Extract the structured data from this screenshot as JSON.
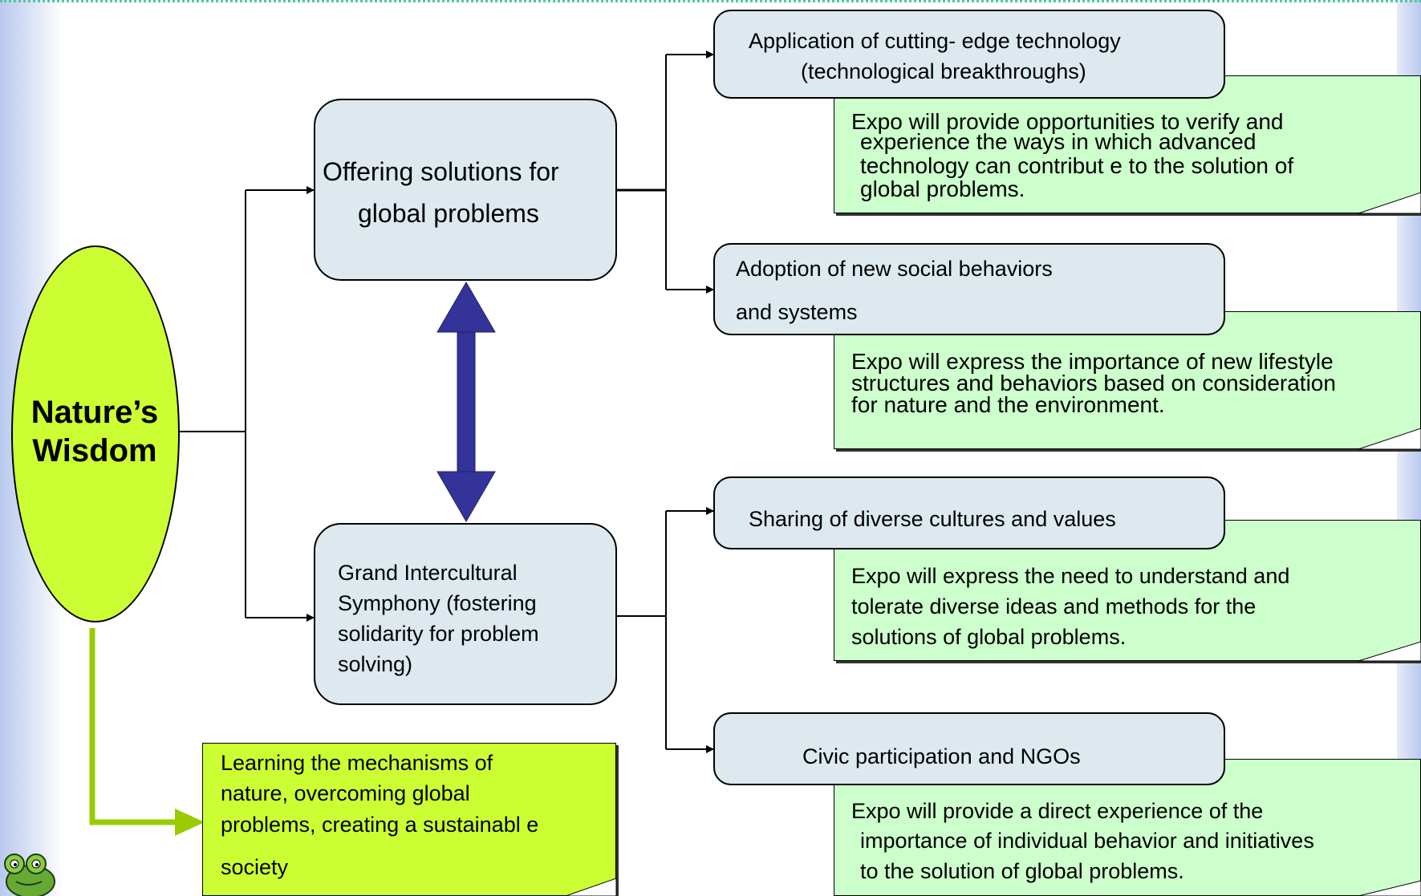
{
  "center": {
    "title": "Nature’s\nWisdom"
  },
  "offering": {
    "label": "Offering solutions for global problems",
    "line1": "Offering solutions for",
    "line2": "global problems"
  },
  "grand": {
    "line1": "Grand Intercultural",
    "line2": "Symphony (fostering",
    "line3": "solidarity for problem",
    "line4": "solving)"
  },
  "branches": [
    {
      "box": [
        "Application of cutting- edge technology",
        "(technological breakthroughs)"
      ],
      "note": [
        "Expo will provide opportunities to verify and",
        "experience the ways in which advanced",
        "technology can contribut e to the solution of",
        "global problems."
      ]
    },
    {
      "box": [
        "Adoption of new social behaviors",
        "and systems"
      ],
      "note": [
        "Expo will express the importance of new lifestyle",
        "structures and behaviors based on consideration",
        "for nature and the environment."
      ]
    },
    {
      "box": [
        "Sharing of diverse cultures and values"
      ],
      "note": [
        "Expo will express the need to understand and",
        "tolerate diverse ideas and methods for the",
        "solutions of global problems."
      ]
    },
    {
      "box": [
        "Civic participation and NGOs"
      ],
      "note": [
        "Expo will provide a direct experience of the",
        "importance of individual behavior and initiatives",
        "to the solution of global problems."
      ]
    }
  ],
  "learning": {
    "line1": "Learning the mechanisms of",
    "line2": "nature, overcoming global",
    "line3": "problems, creating a sustainabl e",
    "line4": "society"
  },
  "colors": {
    "oval": "#ccff33",
    "box": "#dde9ee",
    "note": "#ccffcc",
    "arrow": "#333399",
    "connector": "#99cc00"
  },
  "icons": {
    "frog": "frog-mascot-icon"
  }
}
